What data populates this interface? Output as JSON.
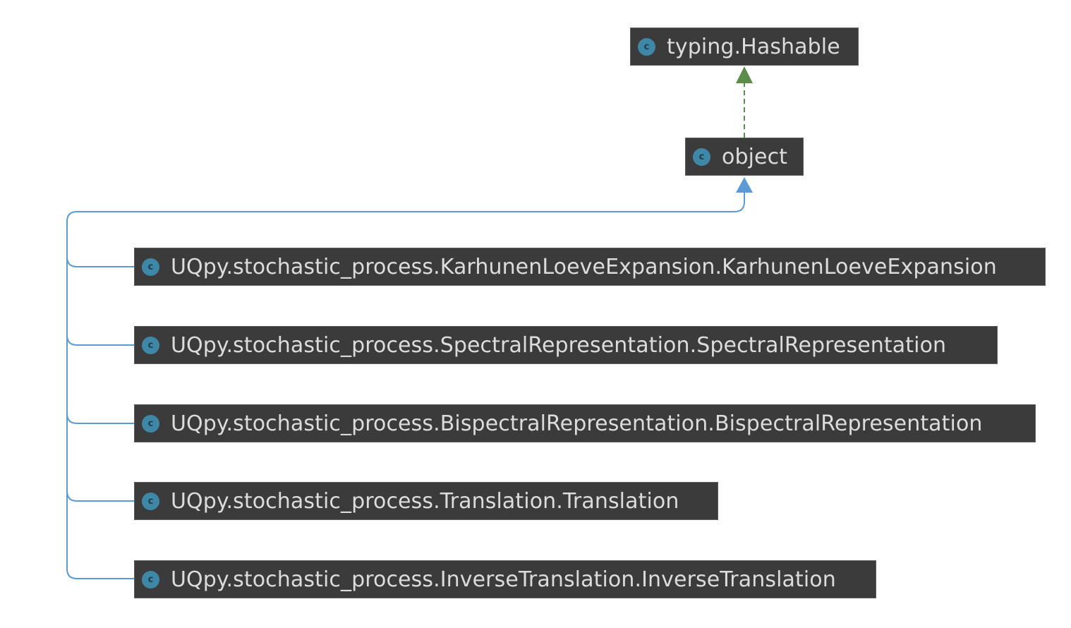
{
  "nodes": {
    "hashable": {
      "label": "typing.Hashable",
      "badge": "c"
    },
    "object": {
      "label": "object",
      "badge": "c"
    },
    "karhunen": {
      "label": "UQpy.stochastic_process.KarhunenLoeveExpansion.KarhunenLoeveExpansion",
      "badge": "c"
    },
    "spectral": {
      "label": "UQpy.stochastic_process.SpectralRepresentation.SpectralRepresentation",
      "badge": "c"
    },
    "bispectral": {
      "label": "UQpy.stochastic_process.BispectralRepresentation.BispectralRepresentation",
      "badge": "c"
    },
    "translation": {
      "label": "UQpy.stochastic_process.Translation.Translation",
      "badge": "c"
    },
    "inverse": {
      "label": "UQpy.stochastic_process.InverseTranslation.InverseTranslation",
      "badge": "c"
    }
  },
  "edges": [
    {
      "from": "object",
      "to": "hashable",
      "kind": "implements",
      "color": "#5b8c4a"
    },
    {
      "from": "karhunen",
      "to": "object",
      "kind": "extends",
      "color": "#5b9bd5"
    },
    {
      "from": "spectral",
      "to": "object",
      "kind": "extends",
      "color": "#5b9bd5"
    },
    {
      "from": "bispectral",
      "to": "object",
      "kind": "extends",
      "color": "#5b9bd5"
    },
    {
      "from": "translation",
      "to": "object",
      "kind": "extends",
      "color": "#5b9bd5"
    },
    {
      "from": "inverse",
      "to": "object",
      "kind": "extends",
      "color": "#5b9bd5"
    }
  ],
  "colors": {
    "node_bg": "#3b3b3b",
    "node_text": "#dcdcdc",
    "badge": "#3f87a6",
    "implements_edge": "#5b8c4a",
    "extends_edge": "#5b9bd5"
  }
}
